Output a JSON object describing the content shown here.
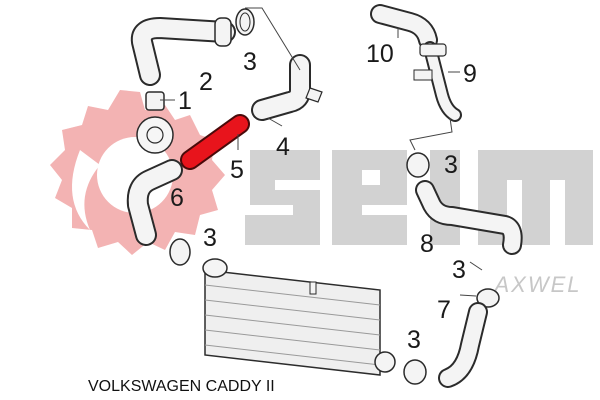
{
  "caption": "VOLKSWAGEN CADDY II",
  "brand": {
    "seim": "seim",
    "axwel": "AXWEL"
  },
  "colors": {
    "logo_red": "#f0a8a8",
    "logo_grey": "#cfcfcf",
    "highlight": "#e8141c",
    "outline": "#2b2b2b",
    "part_fill": "#f4f4f4"
  },
  "callouts": {
    "c1": "1",
    "c2": "2",
    "c3a": "3",
    "c3b": "3",
    "c3c": "3",
    "c3d": "3",
    "c3e": "3",
    "c4": "4",
    "c5": "5",
    "c6": "6",
    "c7": "7",
    "c8": "8",
    "c9": "9",
    "c10": "10"
  }
}
